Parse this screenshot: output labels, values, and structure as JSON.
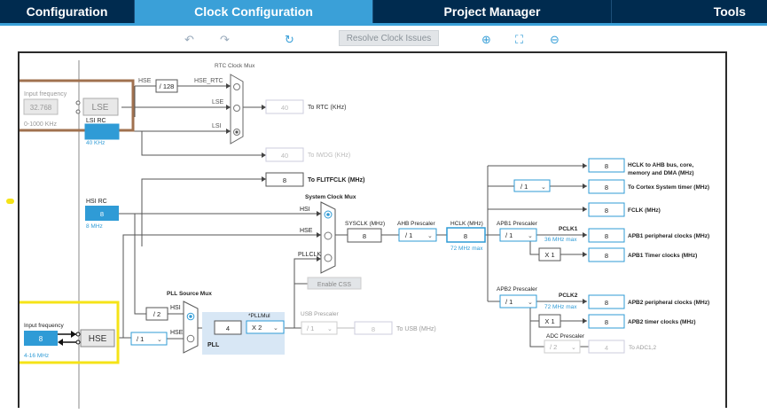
{
  "tabs": [
    {
      "label": "Configuration"
    },
    {
      "label": "Clock Configuration"
    },
    {
      "label": "Project Manager"
    },
    {
      "label": "Tools"
    }
  ],
  "toolbar": {
    "resolve_label": "Resolve Clock Issues",
    "undo_icon": "undo-icon",
    "redo_icon": "redo-icon",
    "refresh_icon": "refresh-icon",
    "zoom_in_icon": "zoom-in-icon",
    "fit_icon": "fit-screen-icon",
    "zoom_out_icon": "zoom-out-icon"
  },
  "colors": {
    "nav_bg": "#002b4f",
    "active_tab": "#3aa0d8",
    "source_block": "#2f9bd6",
    "lse_highlight": "#a0714f",
    "hse_highlight": "#f5e317",
    "pll_area": "#d8e7f5"
  },
  "lse_block": {
    "input_label": "Input frequency",
    "input_value": "32.768",
    "range": "0-1000 KHz",
    "name": "LSE"
  },
  "lsi": {
    "name": "LSI RC",
    "freq": "40 KHz"
  },
  "hsi": {
    "name": "HSI RC",
    "value": "8",
    "freq": "8 MHz"
  },
  "hse_block": {
    "input_label": "Input frequency",
    "input_value": "8",
    "range": "4-16 MHz",
    "name": "HSE"
  },
  "rtc": {
    "mux_title": "RTC Clock Mux",
    "hse_label": "HSE",
    "div": "/ 128",
    "hse_rtc_label": "HSE_RTC",
    "lse_label": "LSE",
    "lsi_label": "LSI",
    "value": "40",
    "dest": "To RTC (KHz)"
  },
  "iwdg": {
    "value": "40",
    "dest": "To IWDG (KHz)"
  },
  "flitf": {
    "value": "8",
    "dest": "To FLITFCLK (MHz)"
  },
  "sysmux": {
    "title": "System Clock Mux",
    "hsi": "HSI",
    "hse": "HSE",
    "pllclk": "PLLCLK",
    "enable_css": "Enable CSS"
  },
  "sysclk": {
    "label": "SYSCLK (MHz)",
    "value": "8"
  },
  "ahb": {
    "label": "AHB Prescaler",
    "value": "/ 1"
  },
  "hclk": {
    "label": "HCLK (MHz)",
    "value": "8",
    "max": "72 MHz max"
  },
  "apb1": {
    "label": "APB1 Prescaler",
    "value": "/ 1",
    "pclk": "PCLK1",
    "max": "36 MHz max",
    "timer_mult": "X 1"
  },
  "apb2": {
    "label": "APB2 Prescaler",
    "value": "/ 1",
    "pclk": "PCLK2",
    "max": "72 MHz max",
    "timer_mult": "X 1"
  },
  "adc": {
    "label": "ADC Prescaler",
    "value": "/ 2",
    "out": "4",
    "dest": "To ADC1,2"
  },
  "cortex_div": "/ 1",
  "outputs": [
    {
      "value": "8",
      "label": "HCLK to AHB bus, core,"
    },
    {
      "value": "8",
      "label": "To Cortex System timer (MHz)"
    },
    {
      "value": "8",
      "label": "FCLK (MHz)"
    },
    {
      "value": "8",
      "label": "APB1 peripheral clocks (MHz)"
    },
    {
      "value": "8",
      "label": "APB1 Timer clocks (MHz)"
    },
    {
      "value": "8",
      "label": "APB2 peripheral clocks (MHz)"
    },
    {
      "value": "8",
      "label": "APB2 timer clocks (MHz)"
    }
  ],
  "hclk_output_line2": "memory and DMA (MHz)",
  "pll": {
    "src_title": "PLL Source Mux",
    "hsi_label": "HSI",
    "hse_label": "HSE",
    "hsi_div": "/ 2",
    "hse_div": "/ 1",
    "value": "4",
    "mul_label": "*PLLMul",
    "mul_value": "X 2",
    "name": "PLL"
  },
  "usb": {
    "label": "USB Prescaler",
    "value": "/ 1",
    "out": "8",
    "dest": "To USB (MHz)"
  }
}
